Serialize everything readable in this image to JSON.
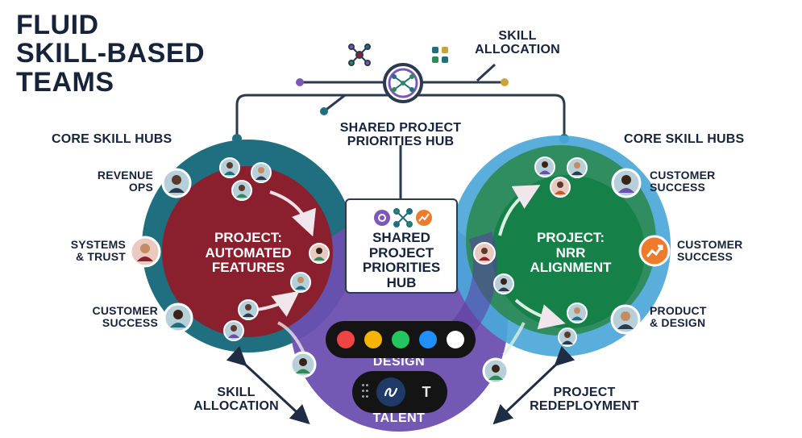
{
  "title": [
    "FLUID",
    "SKILL-BASED",
    "TEAMS"
  ],
  "labels": {
    "skill_allocation_top": [
      "SKILL",
      "ALLOCATION"
    ],
    "shared_hub_top": [
      "SHARED PROJECT",
      "PRIORITIES HUB"
    ],
    "core_hubs_left": "CORE SKILL HUBS",
    "core_hubs_right": "CORE SKILL HUBS",
    "left_revenue_ops": [
      "REVENUE",
      "OPS"
    ],
    "left_systems_trust": [
      "SYSTEMS",
      "& TRUST"
    ],
    "left_customer_success": [
      "CUSTOMER",
      "SUCCESS"
    ],
    "right_customer_success_1": [
      "CUSTOMER",
      "SUCCESS"
    ],
    "right_customer_success_2": [
      "CUSTOMER",
      "SUCCESS"
    ],
    "right_product_design": [
      "PRODUCT",
      "& DESIGN"
    ],
    "bottom_skill_allocation": [
      "SKILL",
      "ALLOCATION"
    ],
    "bottom_project_redeployment": [
      "PROJECT",
      "REDEPLOYMENT"
    ]
  },
  "center_hub": [
    "SHARED",
    "PROJECT",
    "PRIORITIES",
    "HUB"
  ],
  "left_project": [
    "PROJECT:",
    "AUTOMATED",
    "FEATURES"
  ],
  "right_project": [
    "PROJECT:",
    "NRR",
    "ALIGNMENT"
  ],
  "bottom_circle": {
    "top_text": "DESIGN",
    "bottom_text": "TALENT"
  },
  "colors": {
    "dark_teal": "#1f6f80",
    "maroon": "#8a1f2e",
    "green_dark": "#2e8b57",
    "green_inner": "#168049",
    "blue_outer": "#4ba7d9",
    "purple": "#6b4fb0",
    "navy": "#16233a"
  },
  "palette": {
    "colors": [
      "#ef4444",
      "#f5b400",
      "#22c55e",
      "#1e90ff",
      "#ffffff"
    ]
  },
  "toolbar": {
    "grip_icon": "grip-icon",
    "pen_icon": "pen-squiggle-icon",
    "text_tool_label": "T"
  }
}
